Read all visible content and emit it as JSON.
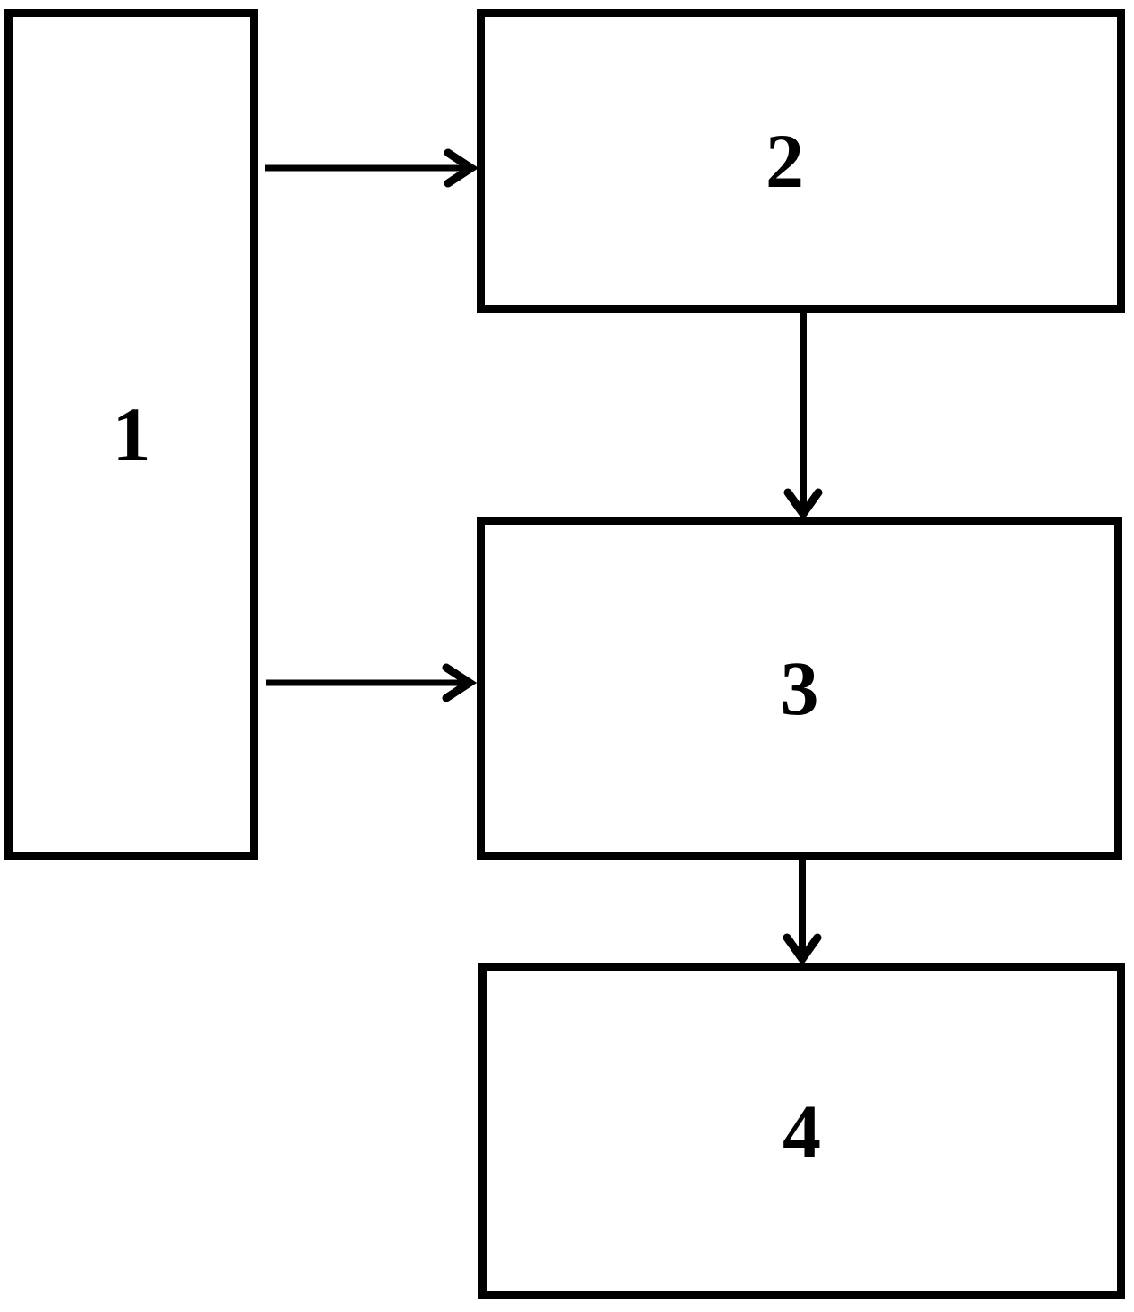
{
  "diagram": {
    "background_color": "#ffffff",
    "line_color": "#000000",
    "boxes": [
      {
        "id": "1",
        "label": "1"
      },
      {
        "id": "2",
        "label": "2"
      },
      {
        "id": "3",
        "label": "3"
      },
      {
        "id": "4",
        "label": "4"
      }
    ],
    "connections": [
      {
        "from": "1",
        "to": "2",
        "direction": "right"
      },
      {
        "from": "2",
        "to": "3",
        "direction": "down"
      },
      {
        "from": "1",
        "to": "3",
        "direction": "right"
      },
      {
        "from": "3",
        "to": "4",
        "direction": "down"
      }
    ]
  }
}
